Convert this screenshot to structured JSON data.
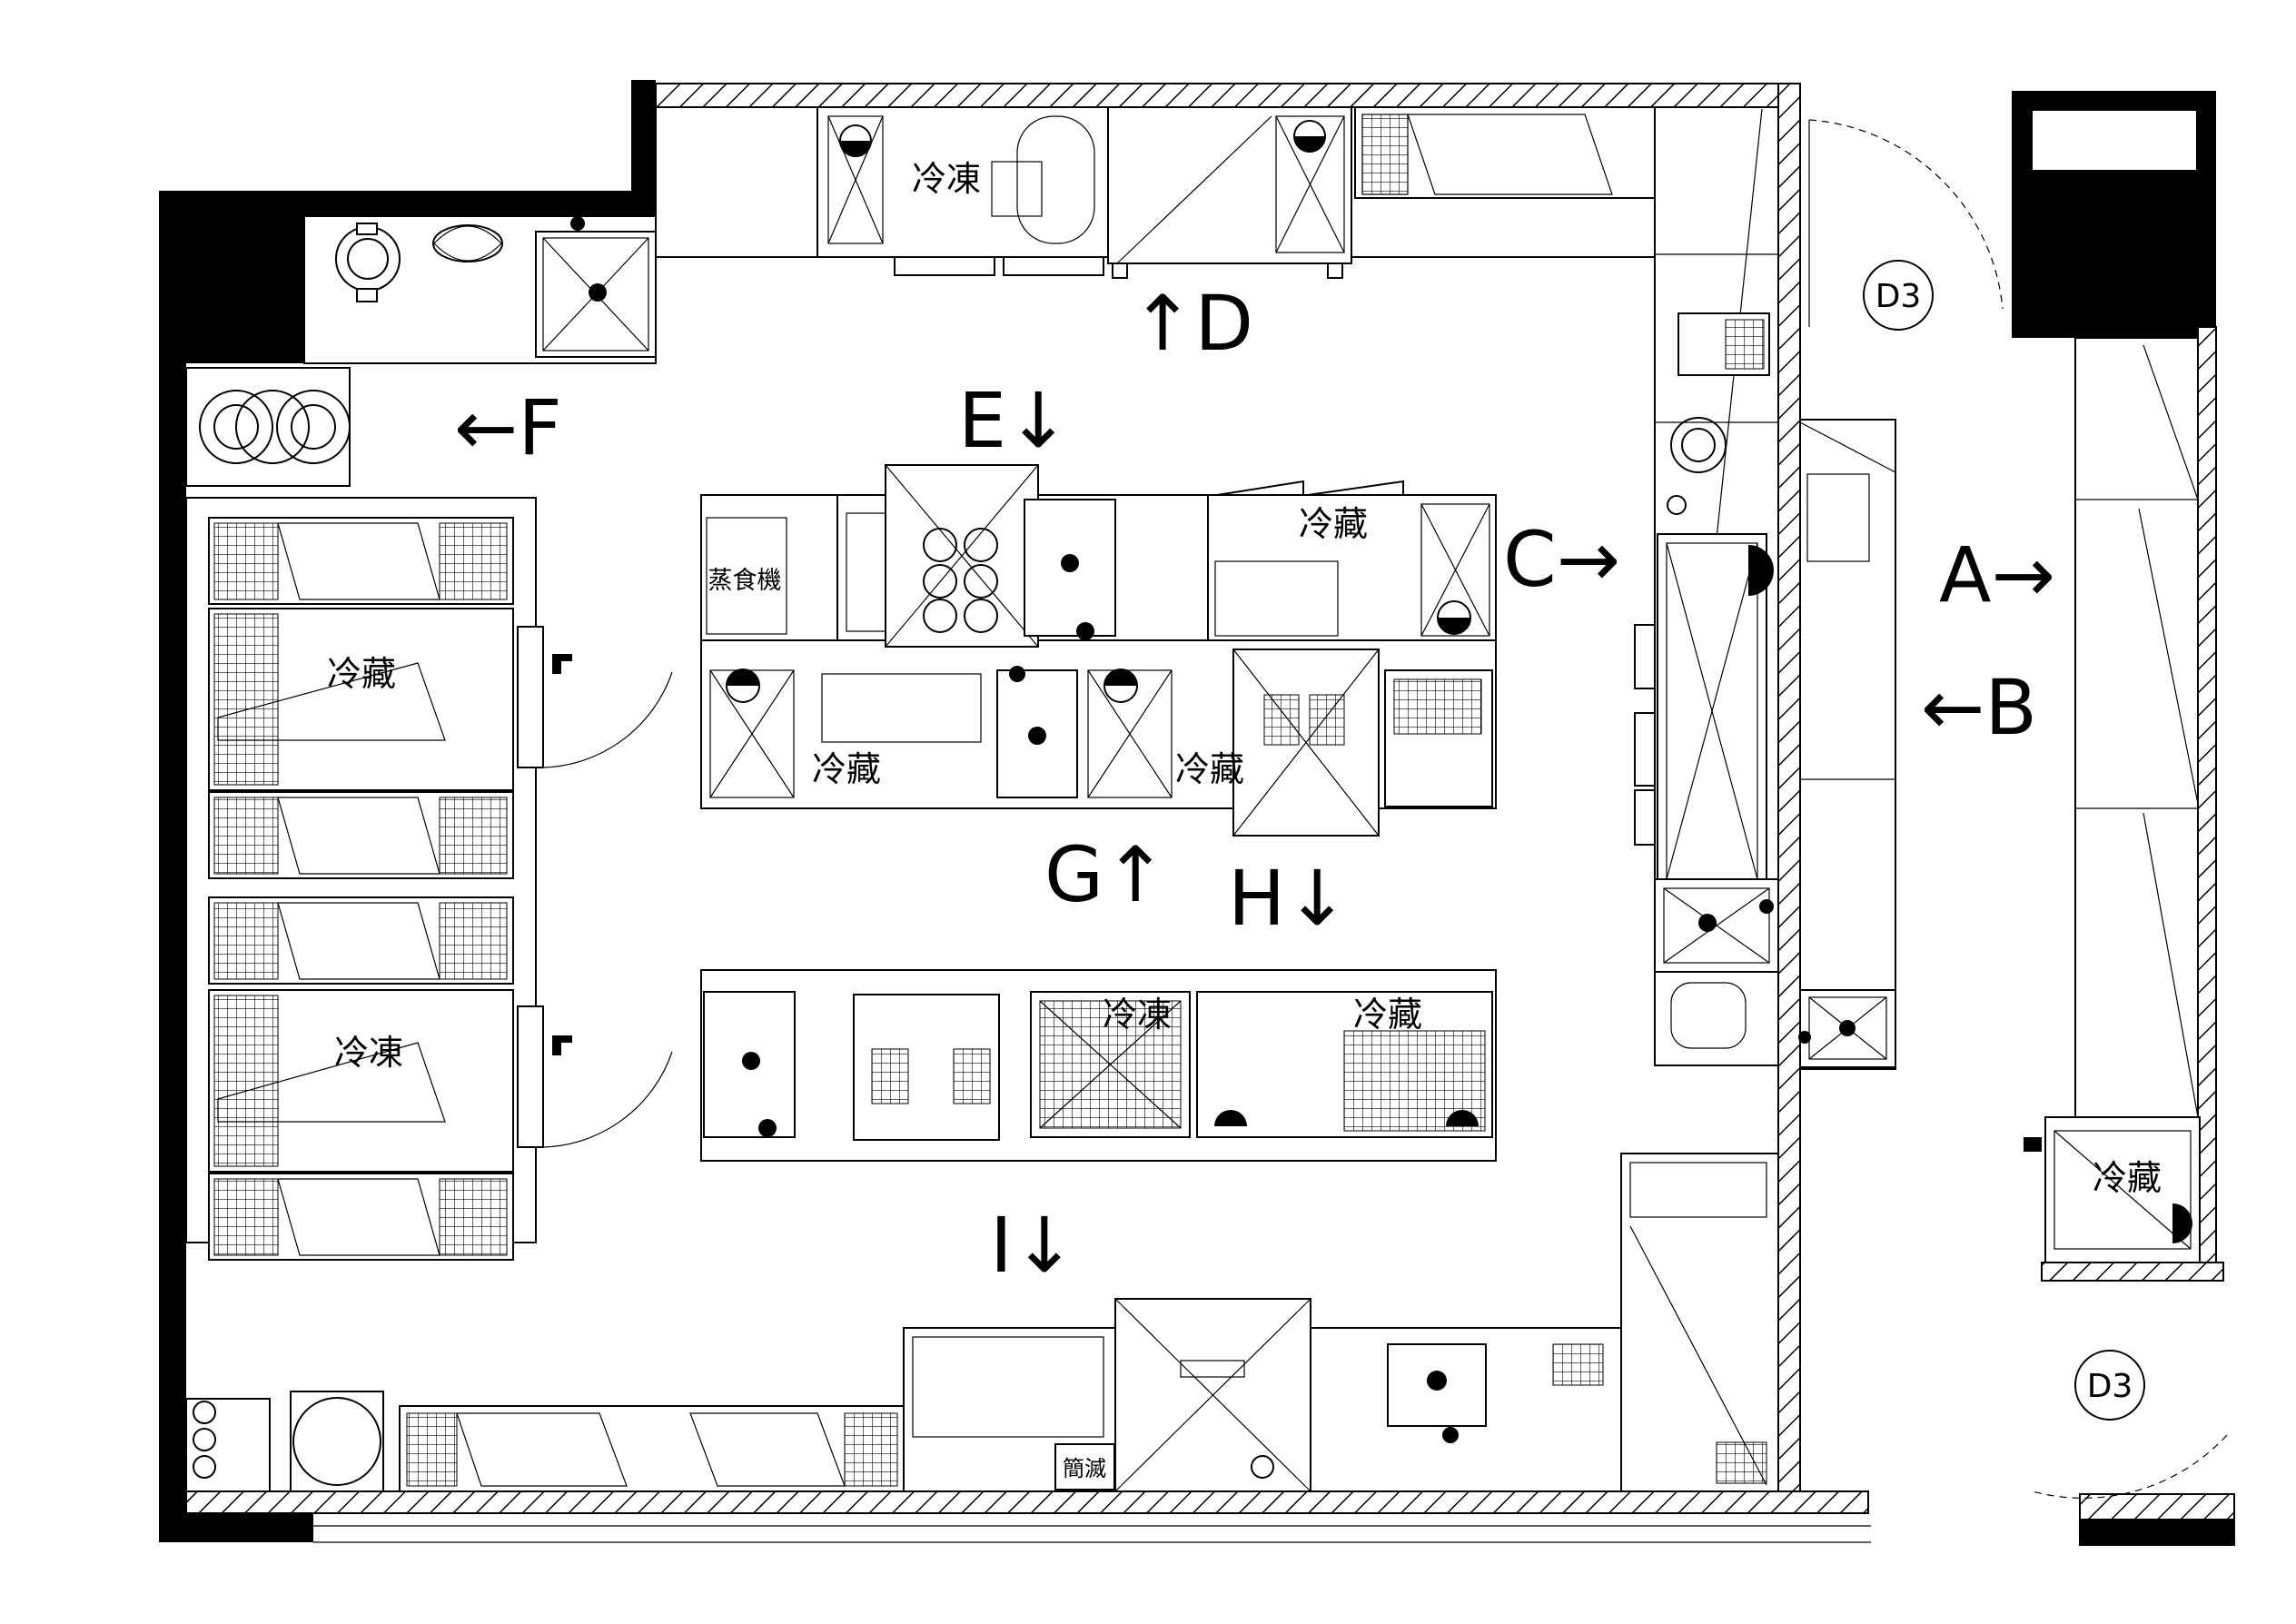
{
  "floorplan": {
    "view_labels": {
      "a": "A→",
      "b": "←B",
      "c": "C→",
      "d": "↑D",
      "e": "E↓",
      "f": "←F",
      "g": "G↑",
      "h": "H↓",
      "i": "I↓"
    },
    "door_tags": {
      "d3_top": "D3",
      "d3_bottom": "D3"
    },
    "equipment": {
      "freezer_top": "冷凍",
      "steamer": "蒸食機",
      "refrigerator_island_top": "冷藏",
      "refrigerator_island_left": "冷藏",
      "refrigerator_island_right": "冷藏",
      "walkin_refrigerator": "冷藏",
      "walkin_freezer": "冷凍",
      "freezer_bottom_counter": "冷凍",
      "refrigerator_bottom_counter": "冷藏",
      "refrigerator_corridor": "冷藏",
      "dishwasher_tag": "簡滅"
    }
  }
}
